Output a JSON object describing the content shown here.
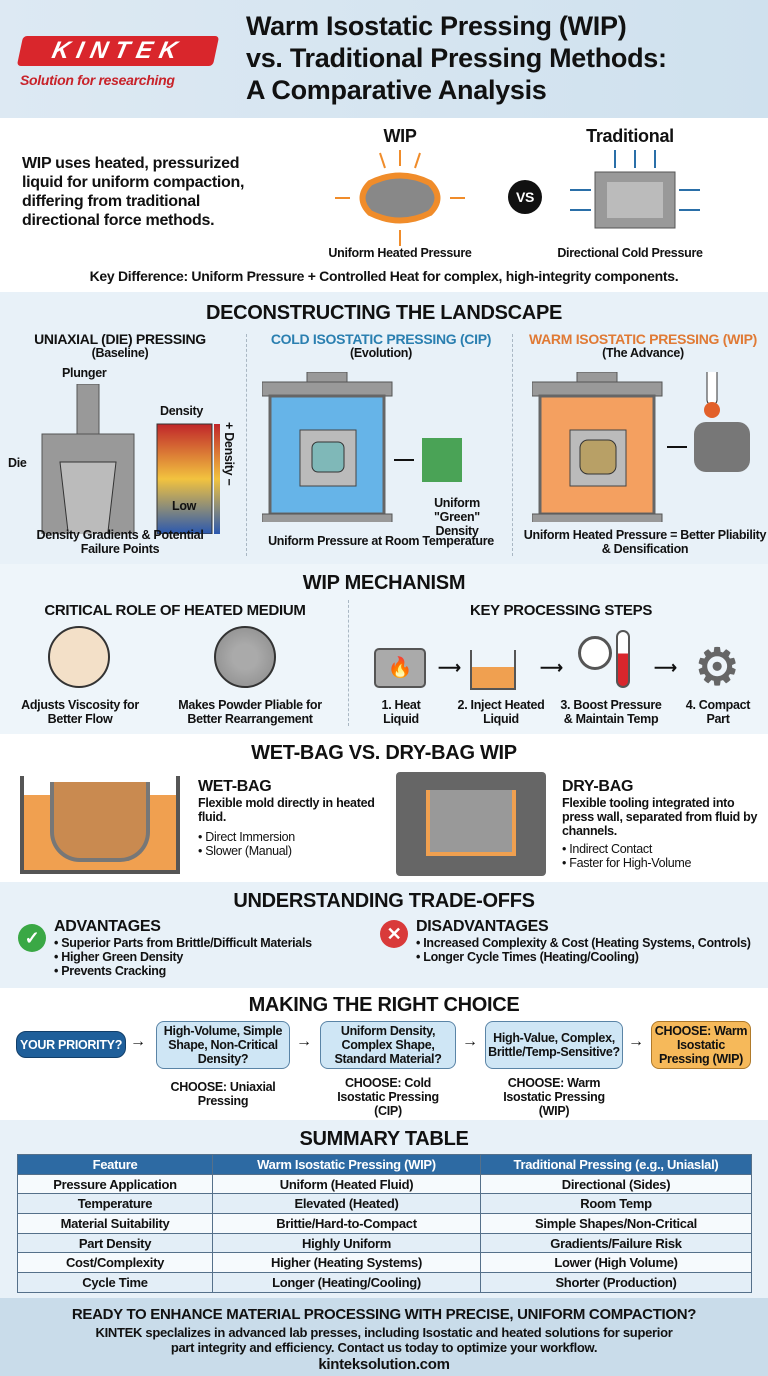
{
  "header": {
    "logo_text": "KINTEK",
    "logo_tagline": "Solution for researching",
    "title_lines": [
      "Warm Isostatic Pressing (WIP)",
      "vs. Traditional Pressing Methods:",
      "A Comparative Analysis"
    ]
  },
  "intro": {
    "summary": "WIP uses heated, pressurized liquid for uniform compaction, differing from traditional directional force methods.",
    "wip_label": "WIP",
    "wip_caption": "Uniform Heated Pressure",
    "vs_label": "VS",
    "trad_label": "Traditional",
    "trad_caption": "Directional Cold Pressure",
    "key_difference": "Key Difference: Uniform Pressure + Controlled Heat for complex, high-integrity components."
  },
  "landscape": {
    "title": "DECONSTRUCTING THE LANDSCAPE",
    "uniaxial": {
      "title": "UNIAXIAL (DIE) PRESSING",
      "subtitle": "(Baseline)",
      "plunger": "Plunger",
      "die": "Die",
      "density": "Density",
      "low": "Low",
      "scale_plus": "+",
      "scale_label": "Density",
      "scale_minus": "−",
      "caption": "Density Gradients & Potential Failure Points"
    },
    "cip": {
      "title": "COLD ISOSTATIC PRESSING (CIP)",
      "subtitle": "(Evolution)",
      "result": "Uniform \"Green\" Density",
      "caption": "Uniform Pressure at Room Temperature",
      "color": "#2a7fb0"
    },
    "wip": {
      "title": "WARM ISOSTATIC PRESSING (WIP)",
      "subtitle": "(The Advance)",
      "caption": "Uniform Heated Pressure = Better Pliability & Densification",
      "color": "#e07a35"
    }
  },
  "mechanism": {
    "title": "WIP MECHANISM",
    "left_title": "CRITICAL ROLE OF HEATED MEDIUM",
    "effects": [
      "Adjusts Viscosity for Better Flow",
      "Makes Powder Pliable for Better Rearrangement"
    ],
    "right_title": "KEY PROCESSING STEPS",
    "steps": [
      "1. Heat Liquid",
      "2. Inject Heated Liquid",
      "3. Boost Pressure & Maintain Temp",
      "4. Compact Part"
    ]
  },
  "bags": {
    "title": "WET-BAG VS. DRY-BAG WIP",
    "wet": {
      "title": "WET-BAG",
      "desc": "Flexible mold directly in heated fluid.",
      "bullets": [
        "• Direct Immersion",
        "• Slower (Manual)"
      ]
    },
    "dry": {
      "title": "DRY-BAG",
      "desc": "Flexible tooling integrated into press wall, separated from fluid by channels.",
      "bullets": [
        "• Indirect Contact",
        "• Faster for High-Volume"
      ]
    }
  },
  "tradeoffs": {
    "title": "UNDERSTANDING TRADE-OFFS",
    "advantages_title": "ADVANTAGES",
    "advantages": [
      "• Superior Parts from Brittle/Difficult Materials",
      "• Higher Green Density",
      "• Prevents Cracking"
    ],
    "disadvantages_title": "DISADVANTAGES",
    "disadvantages": [
      "• Increased Complexity & Cost (Heating Systems, Controls)",
      "• Longer Cycle Times (Heating/Cooling)"
    ],
    "check_color": "#3aa845",
    "x_color": "#d93a3a"
  },
  "choice": {
    "title": "MAKING THE RIGHT CHOICE",
    "start": "YOUR PRIORITY?",
    "questions": [
      "High-Volume, Simple Shape, Non-Critical Density?",
      "Uniform Density, Complex Shape, Standard Material?",
      "High-Value, Complex, Brittle/Temp-Sensitive?"
    ],
    "final": "CHOOSE: Warm Isostatic Pressing (WIP)",
    "outcomes": [
      "CHOOSE: Uniaxial Pressing",
      "CHOOSE: Cold Isostatic Pressing (CIP)",
      "CHOOSE: Warm Isostatic Pressing (WIP)"
    ]
  },
  "summary": {
    "title": "SUMMARY TABLE",
    "headers": [
      "Feature",
      "Warm Isostatic Pressing (WIP)",
      "Traditional Pressing (e.g., Uniaslal)"
    ],
    "rows": [
      [
        "Pressure Application",
        "Uniform (Heated Fluid)",
        "Directional (Sides)"
      ],
      [
        "Temperature",
        "Elevated (Heated)",
        "Room Temp"
      ],
      [
        "Material Suitability",
        "Brittie/Hard-to-Compact",
        "Simple Shapes/Non-Critical"
      ],
      [
        "Part Density",
        "Highly Uniform",
        "Gradients/Failure Risk"
      ],
      [
        "Cost/Complexity",
        "Higher (Heating Systems)",
        "Lower (High Volume)"
      ],
      [
        "Cycle Time",
        "Longer (Heating/Cooling)",
        "Shorter (Production)"
      ]
    ]
  },
  "footer": {
    "headline": "READY TO ENHANCE MATERIAL PROCESSING WITH PRECISE, UNIFORM COMPACTION?",
    "body": "KINTEK speclalizes in advanced lab presses, including Isostatic and heated solutions for superior part integrity and efficiency. Contact us today to optimize your workflow.",
    "url": "kinteksolution.com"
  }
}
